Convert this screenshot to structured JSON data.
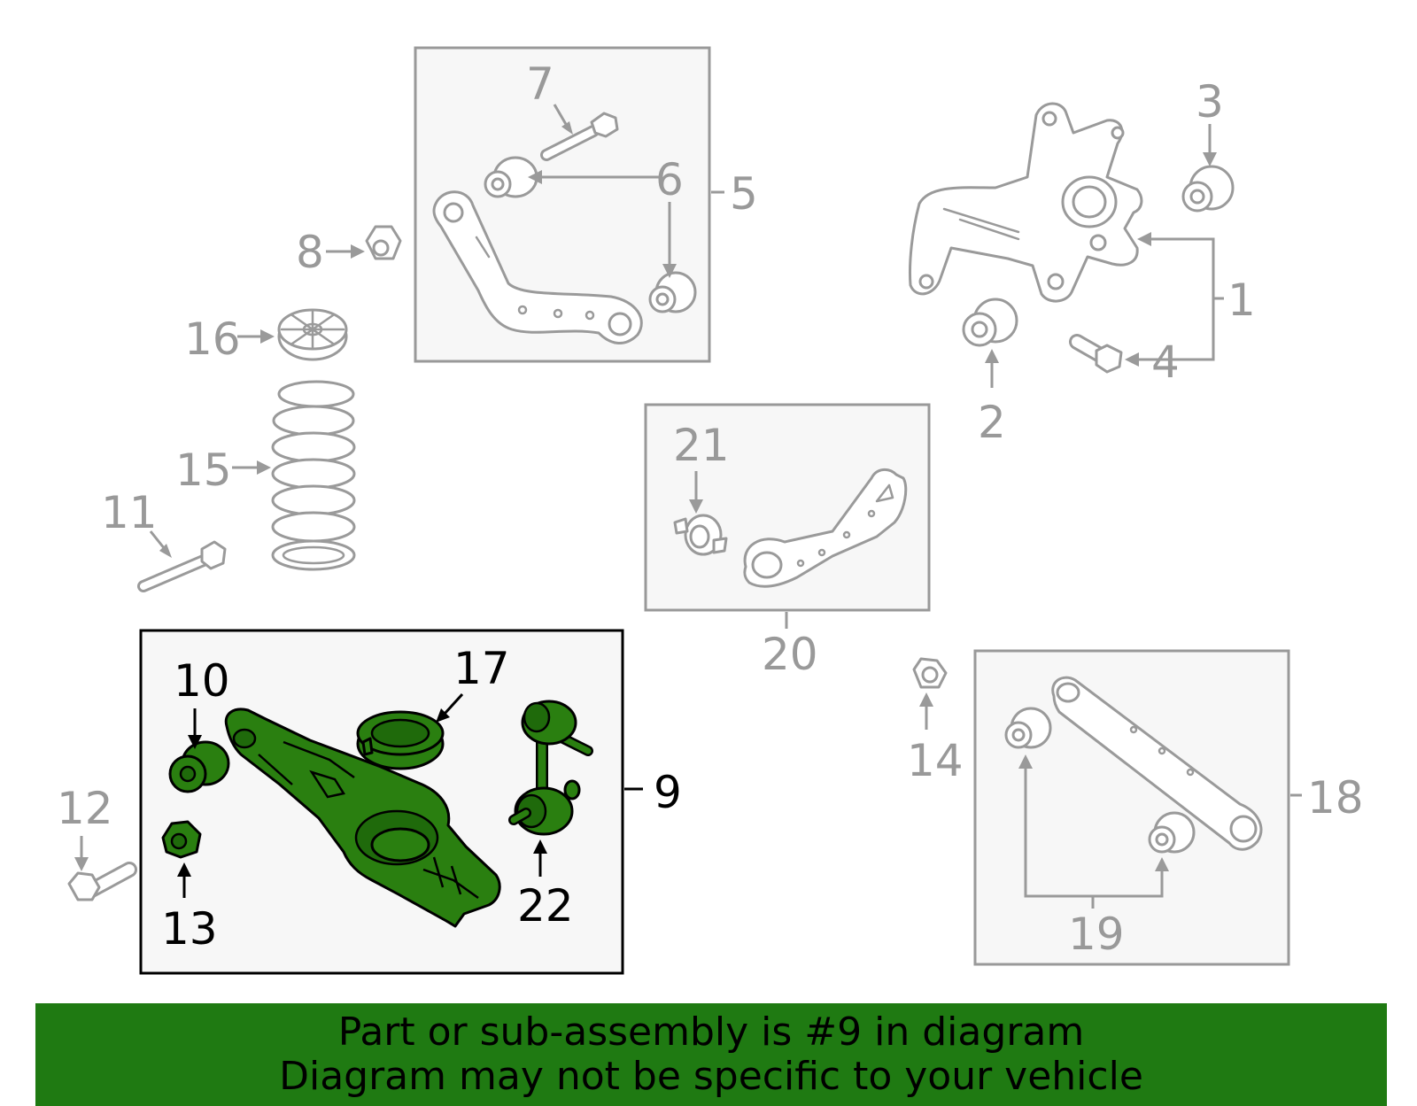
{
  "diagram": {
    "callouts": {
      "c1": "1",
      "c2": "2",
      "c3": "3",
      "c4": "4",
      "c5": "5",
      "c6": "6",
      "c7": "7",
      "c8": "8",
      "c9": "9",
      "c10": "10",
      "c11": "11",
      "c12": "12",
      "c13": "13",
      "c14": "14",
      "c15": "15",
      "c16": "16",
      "c17": "17",
      "c18": "18",
      "c19": "19",
      "c20": "20",
      "c21": "21",
      "c22": "22"
    },
    "highlighted_part": "9",
    "colors": {
      "highlight_green": "#2a7f10",
      "banner_green": "#1f7a12",
      "unselected_gray": "#9a9a9a"
    }
  },
  "banner": {
    "line1": "Part or sub-assembly is #9 in diagram",
    "line2": "Diagram may not be specific to your vehicle"
  }
}
